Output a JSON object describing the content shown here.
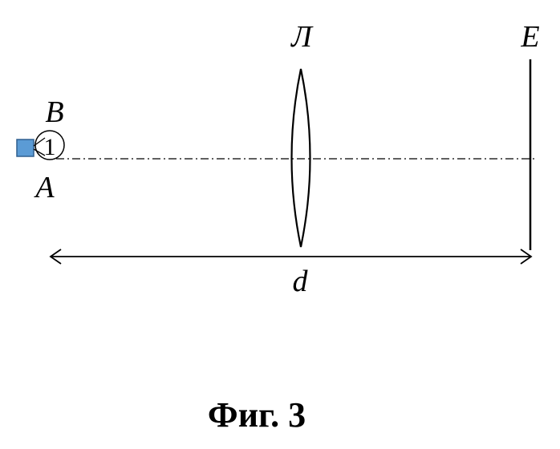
{
  "labels": {
    "lens": "Л",
    "screen": "E",
    "point_b": "B",
    "point_a": "A",
    "distance": "d",
    "number_1": "1"
  },
  "caption": "Фиг. 3",
  "colors": {
    "source_fill": "#5b9bd5",
    "source_stroke": "#2f5f8f",
    "stroke": "#000000"
  }
}
